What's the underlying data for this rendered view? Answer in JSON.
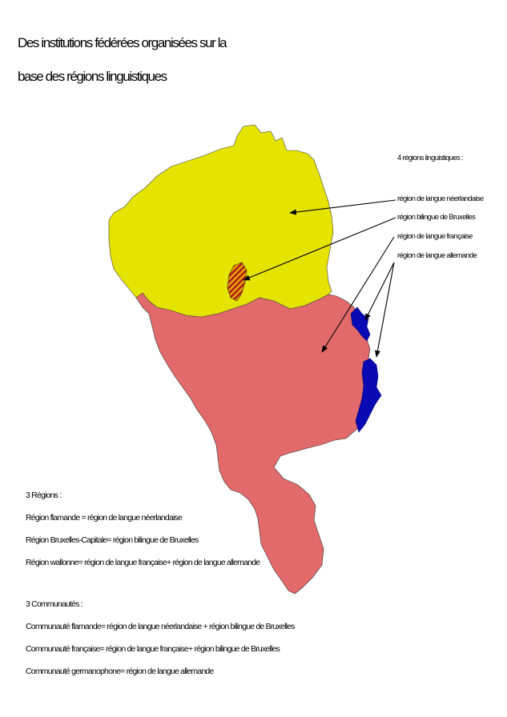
{
  "title": {
    "line1": "Des institutions fédérées organisées sur la",
    "line2": "base des régions linguistiques"
  },
  "map": {
    "colors": {
      "flemish": "#e5e300",
      "wallonia": "#e36a6a",
      "german": "#0a0ab4",
      "brussels_hatch_a": "#e3a800",
      "brussels_hatch_b": "#b01c1c"
    }
  },
  "legend": {
    "heading": "4 régions linguistiques :",
    "items": [
      "région de langue néerlandaise",
      "région bilingue de Bruxelles",
      "région de langue française",
      "région de langue allemande"
    ]
  },
  "regions": {
    "heading": "3 Régions   :",
    "items": [
      "Région flamande = région de langue néerlandaise",
      "Région Bruxelles-Capitale= région bilingue de Bruxelles",
      "Région wallonne= région de langue française+ région de langue allemande"
    ]
  },
  "communities": {
    "heading": "3 Communautés     :",
    "items": [
      "Communauté flamande= région de langue néerlandaise + région bilingue de Bruxelles",
      "Communauté française= région de langue française+ région bilingue de Bruxelles",
      "Communauté germanophone= région de langue allemande"
    ]
  }
}
